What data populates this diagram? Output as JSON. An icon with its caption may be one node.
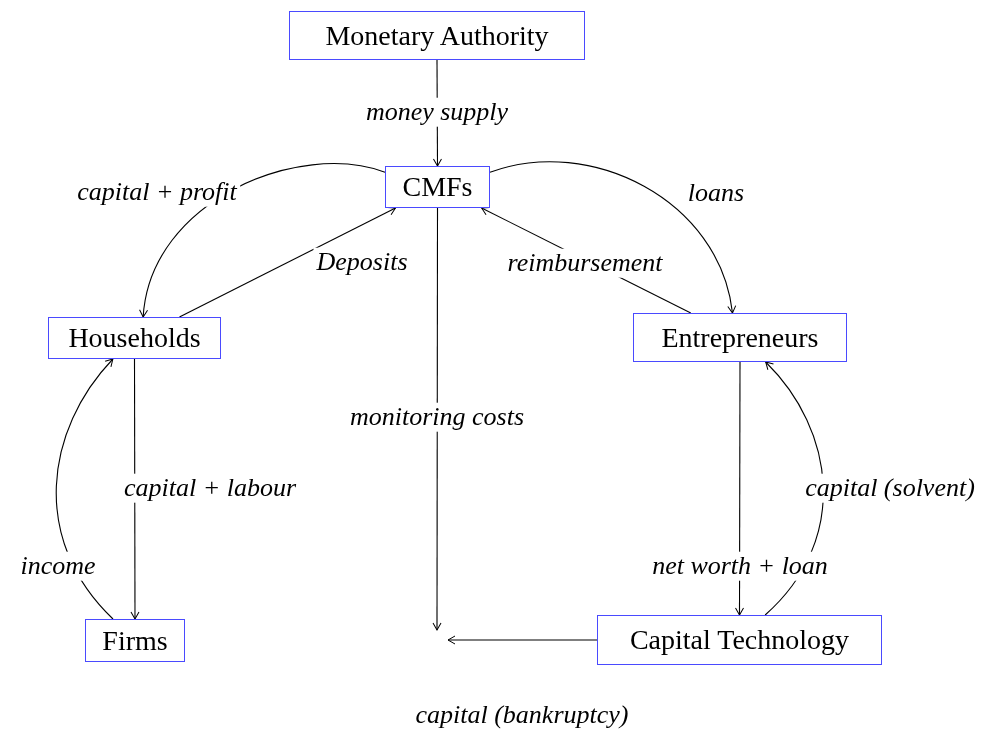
{
  "diagram": {
    "nodes": [
      {
        "text": [
          "Monetary Authority"
        ]
      },
      {
        "text": [
          "CMFs"
        ]
      },
      {
        "text": [
          "Households"
        ]
      },
      {
        "text": [
          "Entrepreneurs"
        ]
      },
      {
        "text": [
          "Firms"
        ]
      },
      {
        "text": [
          "Capital Technology"
        ]
      }
    ],
    "edges": [
      {
        "from": 0,
        "to": 1,
        "arrow": "to",
        "label": "money supply"
      },
      {
        "from": 1,
        "to": 2,
        "arrow": "to",
        "label": "capital + profit"
      },
      {
        "from": 2,
        "to": 1,
        "arrow": "to",
        "label": "Deposits"
      },
      {
        "from": 1,
        "to": 3,
        "arrow": "to",
        "label": "loans"
      },
      {
        "from": 3,
        "to": 1,
        "arrow": "to",
        "label": "reimbursement"
      },
      {
        "from": 2,
        "to": 4,
        "arrow": "to",
        "label": "capital + labour"
      },
      {
        "from": 4,
        "to": 2,
        "arrow": "to",
        "label": "income"
      },
      {
        "from": 3,
        "to": 5,
        "arrow": "to",
        "label": "net worth + loan"
      },
      {
        "from": 5,
        "to": 3,
        "arrow": "to",
        "label": "capital (solvent)"
      },
      {
        "from": 1,
        "to": null,
        "arrow": "to",
        "label": "monitoring costs"
      },
      {
        "from": 5,
        "to": null,
        "arrow": "to",
        "label": "capital (bankruptcy)"
      }
    ]
  }
}
